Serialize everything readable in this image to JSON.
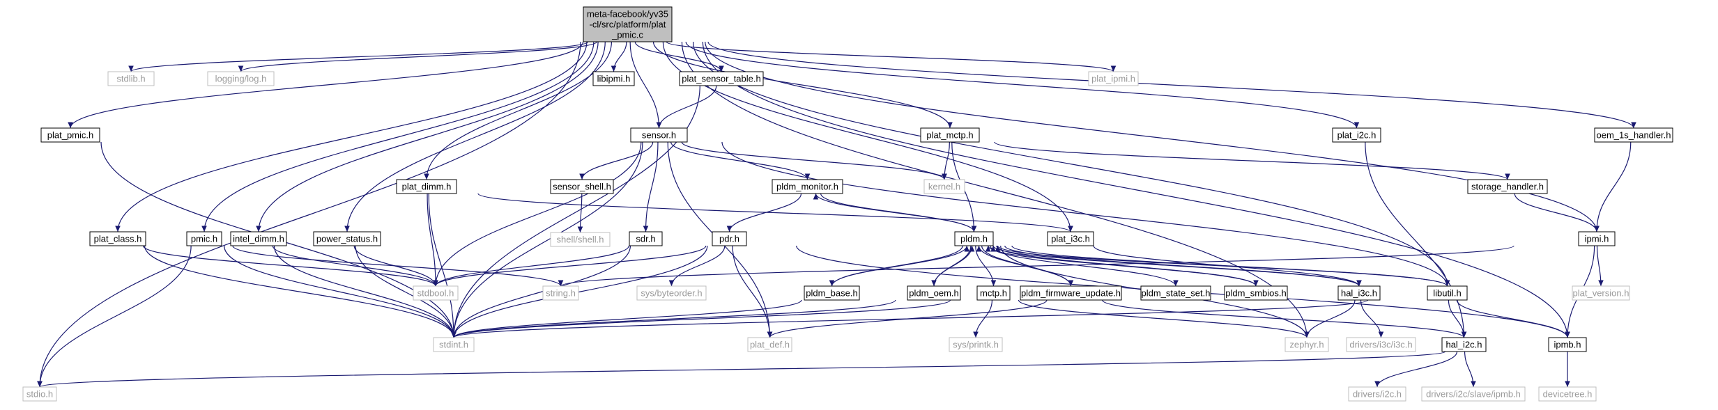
{
  "graph": {
    "title": "meta-facebook/yv35-cl/src/platform/plat_pmic.c",
    "edge_color": "#191970",
    "nodes": [
      {
        "id": "root",
        "label": [
          "meta-facebook/yv35",
          "-cl/src/platform/plat",
          "_pmic.c"
        ],
        "kind": "root"
      },
      {
        "id": "stdlib_h",
        "label": [
          "stdlib.h"
        ],
        "kind": "ext"
      },
      {
        "id": "logging_log_h",
        "label": [
          "logging/log.h"
        ],
        "kind": "ext"
      },
      {
        "id": "libipmi_h",
        "label": [
          "libipmi.h"
        ],
        "kind": "doc"
      },
      {
        "id": "plat_sensor_table_h",
        "label": [
          "plat_sensor_table.h"
        ],
        "kind": "doc"
      },
      {
        "id": "plat_ipmi_h",
        "label": [
          "plat_ipmi.h"
        ],
        "kind": "ext"
      },
      {
        "id": "plat_pmic_h",
        "label": [
          "plat_pmic.h"
        ],
        "kind": "doc"
      },
      {
        "id": "sensor_h",
        "label": [
          "sensor.h"
        ],
        "kind": "doc"
      },
      {
        "id": "plat_mctp_h",
        "label": [
          "plat_mctp.h"
        ],
        "kind": "doc"
      },
      {
        "id": "plat_i2c_h",
        "label": [
          "plat_i2c.h"
        ],
        "kind": "doc"
      },
      {
        "id": "oem_1s_handler_h",
        "label": [
          "oem_1s_handler.h"
        ],
        "kind": "doc"
      },
      {
        "id": "plat_dimm_h",
        "label": [
          "plat_dimm.h"
        ],
        "kind": "doc"
      },
      {
        "id": "sensor_shell_h",
        "label": [
          "sensor_shell.h"
        ],
        "kind": "doc"
      },
      {
        "id": "pldm_monitor_h",
        "label": [
          "pldm_monitor.h"
        ],
        "kind": "doc"
      },
      {
        "id": "kernel_h",
        "label": [
          "kernel.h"
        ],
        "kind": "ext"
      },
      {
        "id": "storage_handler_h",
        "label": [
          "storage_handler.h"
        ],
        "kind": "doc"
      },
      {
        "id": "shell_shell_h",
        "label": [
          "shell/shell.h"
        ],
        "kind": "ext"
      },
      {
        "id": "plat_class_h",
        "label": [
          "plat_class.h"
        ],
        "kind": "doc"
      },
      {
        "id": "pmic_h",
        "label": [
          "pmic.h"
        ],
        "kind": "doc"
      },
      {
        "id": "intel_dimm_h",
        "label": [
          "intel_dimm.h"
        ],
        "kind": "doc"
      },
      {
        "id": "power_status_h",
        "label": [
          "power_status.h"
        ],
        "kind": "doc"
      },
      {
        "id": "sdr_h",
        "label": [
          "sdr.h"
        ],
        "kind": "doc"
      },
      {
        "id": "pdr_h",
        "label": [
          "pdr.h"
        ],
        "kind": "doc"
      },
      {
        "id": "pldm_h",
        "label": [
          "pldm.h"
        ],
        "kind": "doc"
      },
      {
        "id": "plat_i3c_h",
        "label": [
          "plat_i3c.h"
        ],
        "kind": "doc"
      },
      {
        "id": "ipmi_h",
        "label": [
          "ipmi.h"
        ],
        "kind": "doc"
      },
      {
        "id": "stdbool_h",
        "label": [
          "stdbool.h"
        ],
        "kind": "ext"
      },
      {
        "id": "string_h",
        "label": [
          "string.h"
        ],
        "kind": "ext"
      },
      {
        "id": "sys_byteorder_h",
        "label": [
          "sys/byteorder.h"
        ],
        "kind": "ext"
      },
      {
        "id": "pldm_base_h",
        "label": [
          "pldm_base.h"
        ],
        "kind": "doc"
      },
      {
        "id": "pldm_oem_h",
        "label": [
          "pldm_oem.h"
        ],
        "kind": "doc"
      },
      {
        "id": "mctp_h",
        "label": [
          "mctp.h"
        ],
        "kind": "doc"
      },
      {
        "id": "pldm_firmware_update_h",
        "label": [
          "pldm_firmware_update.h"
        ],
        "kind": "doc"
      },
      {
        "id": "pldm_state_set_h",
        "label": [
          "pldm_state_set.h"
        ],
        "kind": "doc"
      },
      {
        "id": "pldm_smbios_h",
        "label": [
          "pldm_smbios.h"
        ],
        "kind": "doc"
      },
      {
        "id": "hal_i3c_h",
        "label": [
          "hal_i3c.h"
        ],
        "kind": "doc"
      },
      {
        "id": "libutil_h",
        "label": [
          "libutil.h"
        ],
        "kind": "doc"
      },
      {
        "id": "plat_version_h",
        "label": [
          "plat_version.h"
        ],
        "kind": "ext"
      },
      {
        "id": "stdint_h",
        "label": [
          "stdint.h"
        ],
        "kind": "ext"
      },
      {
        "id": "plat_def_h",
        "label": [
          "plat_def.h"
        ],
        "kind": "ext"
      },
      {
        "id": "sys_printk_h",
        "label": [
          "sys/printk.h"
        ],
        "kind": "ext"
      },
      {
        "id": "zephyr_h",
        "label": [
          "zephyr.h"
        ],
        "kind": "ext"
      },
      {
        "id": "drivers_i3c_i3c_h",
        "label": [
          "drivers/i3c/i3c.h"
        ],
        "kind": "ext"
      },
      {
        "id": "hal_i2c_h",
        "label": [
          "hal_i2c.h"
        ],
        "kind": "doc"
      },
      {
        "id": "ipmb_h",
        "label": [
          "ipmb.h"
        ],
        "kind": "doc"
      },
      {
        "id": "stdio_h",
        "label": [
          "stdio.h"
        ],
        "kind": "ext"
      },
      {
        "id": "drivers_i2c_h",
        "label": [
          "drivers/i2c.h"
        ],
        "kind": "ext"
      },
      {
        "id": "drivers_i2c_slave_ipmb_h",
        "label": [
          "drivers/i2c/slave/ipmb.h"
        ],
        "kind": "ext"
      },
      {
        "id": "devicetree_h",
        "label": [
          "devicetree.h"
        ],
        "kind": "ext"
      }
    ],
    "edges": [
      [
        "root",
        "stdlib_h"
      ],
      [
        "root",
        "logging_log_h"
      ],
      [
        "root",
        "libipmi_h"
      ],
      [
        "root",
        "plat_sensor_table_h"
      ],
      [
        "root",
        "plat_ipmi_h"
      ],
      [
        "root",
        "plat_pmic_h"
      ],
      [
        "root",
        "sensor_h"
      ],
      [
        "root",
        "plat_mctp_h"
      ],
      [
        "root",
        "plat_i2c_h"
      ],
      [
        "root",
        "oem_1s_handler_h"
      ],
      [
        "root",
        "plat_dimm_h"
      ],
      [
        "root",
        "plat_class_h"
      ],
      [
        "root",
        "pmic_h"
      ],
      [
        "root",
        "intel_dimm_h"
      ],
      [
        "root",
        "power_status_h"
      ],
      [
        "root",
        "plat_i3c_h"
      ],
      [
        "root",
        "ipmi_h"
      ],
      [
        "root",
        "libutil_h"
      ],
      [
        "root",
        "zephyr_h"
      ],
      [
        "root",
        "ipmb_h"
      ],
      [
        "root",
        "stdio_h"
      ],
      [
        "plat_sensor_table_h",
        "sensor_h"
      ],
      [
        "plat_sensor_table_h",
        "stdint_h"
      ],
      [
        "plat_pmic_h",
        "stdint_h"
      ],
      [
        "sensor_h",
        "sensor_shell_h"
      ],
      [
        "sensor_h",
        "pldm_monitor_h"
      ],
      [
        "sensor_h",
        "kernel_h"
      ],
      [
        "sensor_h",
        "sdr_h"
      ],
      [
        "sensor_h",
        "stdbool_h"
      ],
      [
        "sensor_h",
        "stdint_h"
      ],
      [
        "sensor_h",
        "plat_def_h"
      ],
      [
        "sensor_h",
        "libutil_h"
      ],
      [
        "plat_mctp_h",
        "kernel_h"
      ],
      [
        "plat_mctp_h",
        "pldm_h"
      ],
      [
        "plat_mctp_h",
        "storage_handler_h"
      ],
      [
        "plat_i2c_h",
        "hal_i2c_h"
      ],
      [
        "oem_1s_handler_h",
        "ipmi_h"
      ],
      [
        "plat_dimm_h",
        "plat_i3c_h"
      ],
      [
        "plat_dimm_h",
        "stdbool_h"
      ],
      [
        "plat_dimm_h",
        "stdint_h"
      ],
      [
        "sensor_shell_h",
        "shell_shell_h"
      ],
      [
        "pldm_monitor_h",
        "pdr_h"
      ],
      [
        "pldm_monitor_h",
        "pldm_h"
      ],
      [
        "storage_handler_h",
        "ipmi_h"
      ],
      [
        "plat_class_h",
        "stdbool_h"
      ],
      [
        "plat_class_h",
        "stdint_h"
      ],
      [
        "pmic_h",
        "string_h"
      ],
      [
        "pmic_h",
        "stdint_h"
      ],
      [
        "pmic_h",
        "stdio_h"
      ],
      [
        "intel_dimm_h",
        "stdbool_h"
      ],
      [
        "intel_dimm_h",
        "stdint_h"
      ],
      [
        "power_status_h",
        "stdbool_h"
      ],
      [
        "power_status_h",
        "stdint_h"
      ],
      [
        "sdr_h",
        "stdbool_h"
      ],
      [
        "sdr_h",
        "stdint_h"
      ],
      [
        "pdr_h",
        "stdbool_h"
      ],
      [
        "pdr_h",
        "stdint_h"
      ],
      [
        "pdr_h",
        "sys_byteorder_h"
      ],
      [
        "pdr_h",
        "plat_def_h"
      ],
      [
        "pdr_h",
        "ipmb_h"
      ],
      [
        "pldm_h",
        "pldm_monitor_h"
      ],
      [
        "pldm_h",
        "pldm_base_h"
      ],
      [
        "pldm_h",
        "pldm_oem_h"
      ],
      [
        "pldm_h",
        "mctp_h"
      ],
      [
        "pldm_h",
        "pldm_firmware_update_h"
      ],
      [
        "pldm_h",
        "pldm_state_set_h"
      ],
      [
        "pldm_h",
        "pldm_smbios_h"
      ],
      [
        "pldm_h",
        "hal_i3c_h"
      ],
      [
        "pldm_h",
        "libutil_h"
      ],
      [
        "pldm_h",
        "zephyr_h"
      ],
      [
        "pldm_base_h",
        "pldm_h"
      ],
      [
        "pldm_base_h",
        "stdint_h"
      ],
      [
        "pldm_oem_h",
        "pldm_h"
      ],
      [
        "pldm_oem_h",
        "stdint_h"
      ],
      [
        "mctp_h",
        "stdint_h"
      ],
      [
        "mctp_h",
        "sys_printk_h"
      ],
      [
        "mctp_h",
        "zephyr_h"
      ],
      [
        "pldm_firmware_update_h",
        "pldm_h"
      ],
      [
        "pldm_firmware_update_h",
        "plat_def_h"
      ],
      [
        "pldm_firmware_update_h",
        "hal_i2c_h"
      ],
      [
        "pldm_smbios_h",
        "pldm_h"
      ],
      [
        "plat_i3c_h",
        "hal_i3c_h"
      ],
      [
        "hal_i3c_h",
        "zephyr_h"
      ],
      [
        "hal_i3c_h",
        "drivers_i3c_i3c_h"
      ],
      [
        "hal_i3c_h",
        "pldm_h"
      ],
      [
        "libutil_h",
        "stdint_h"
      ],
      [
        "libutil_h",
        "hal_i2c_h"
      ],
      [
        "libutil_h",
        "ipmb_h"
      ],
      [
        "libutil_h",
        "pldm_h"
      ],
      [
        "ipmi_h",
        "string_h"
      ],
      [
        "ipmi_h",
        "plat_version_h"
      ],
      [
        "ipmi_h",
        "ipmb_h"
      ],
      [
        "hal_i2c_h",
        "drivers_i2c_h"
      ],
      [
        "hal_i2c_h",
        "drivers_i2c_slave_ipmb_h"
      ],
      [
        "ipmb_h",
        "devicetree_h"
      ],
      [
        "ipmb_h",
        "stdio_h"
      ]
    ]
  }
}
